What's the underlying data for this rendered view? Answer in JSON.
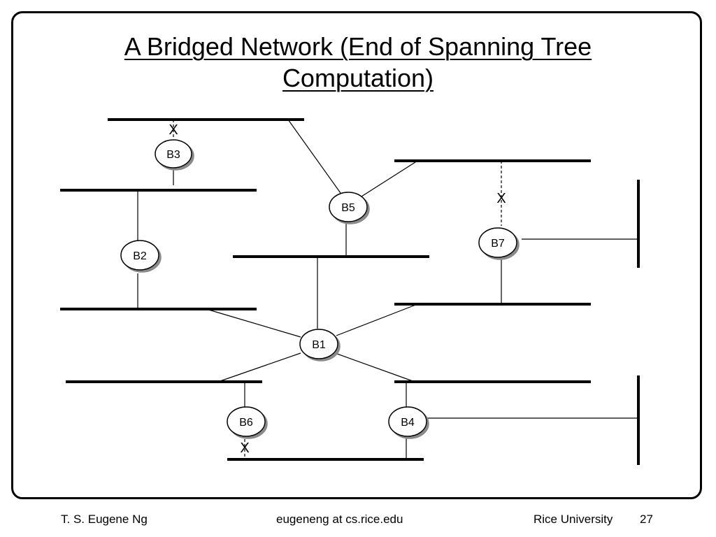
{
  "slide": {
    "title_line1": "A Bridged Network (End of Spanning Tree",
    "title_line2": "Computation)",
    "page_number": "27"
  },
  "footer": {
    "author": "T. S. Eugene Ng",
    "email": "eugeneng at cs.rice.edu",
    "institution": "Rice University"
  },
  "diagram": {
    "bridges": [
      "B1",
      "B2",
      "B3",
      "B4",
      "B5",
      "B6",
      "B7"
    ],
    "blocked_marker": "X"
  }
}
